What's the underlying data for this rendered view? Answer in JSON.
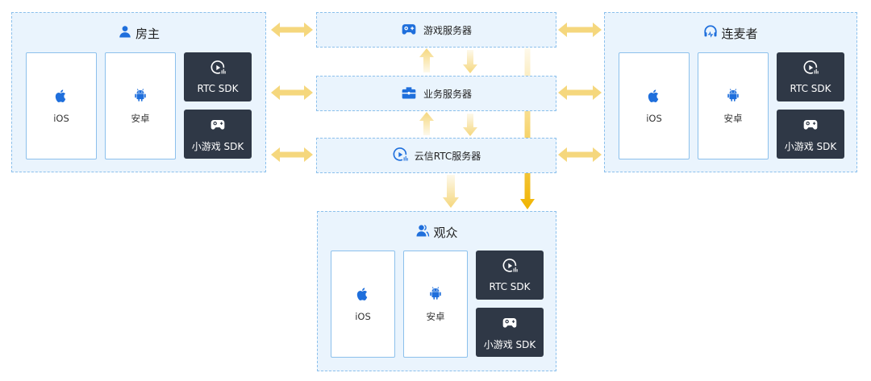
{
  "colors": {
    "accent_blue": "#1f6fdc",
    "group_bg": "#eaf4fd",
    "group_border": "#8cc0ec",
    "sdk_bg": "#2f3846",
    "arrow_light": "#f5d77d",
    "arrow_dark": "#f0b400"
  },
  "host": {
    "title": "房主",
    "icon": "user-icon",
    "ios_label": "iOS",
    "android_label": "安卓",
    "rtc_sdk_label": "RTC SDK",
    "game_sdk_label": "小游戏 SDK"
  },
  "co_host": {
    "title": "连麦者",
    "icon": "headset-icon",
    "ios_label": "iOS",
    "android_label": "安卓",
    "rtc_sdk_label": "RTC SDK",
    "game_sdk_label": "小游戏 SDK"
  },
  "audience": {
    "title": "观众",
    "icon": "users-icon",
    "ios_label": "iOS",
    "android_label": "安卓",
    "rtc_sdk_label": "RTC SDK",
    "game_sdk_label": "小游戏 SDK"
  },
  "servers": {
    "game": {
      "label": "游戏服务器",
      "icon": "gamepad-icon"
    },
    "business": {
      "label": "业务服务器",
      "icon": "briefcase-icon"
    },
    "rtc": {
      "label": "云信RTC服务器",
      "icon": "rtc-icon"
    }
  }
}
